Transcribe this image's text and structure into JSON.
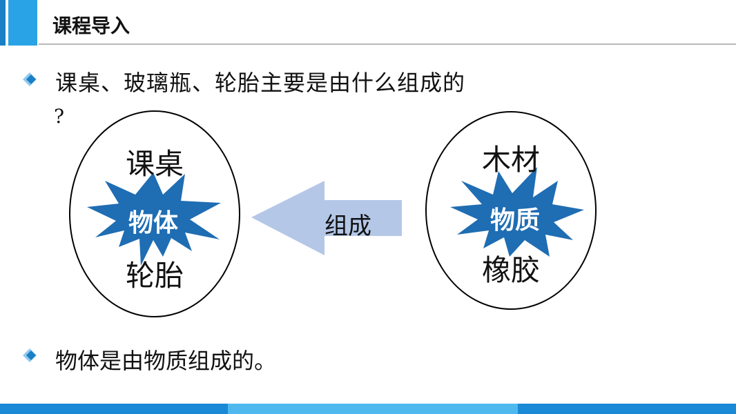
{
  "header": {
    "title": "课程导入"
  },
  "question": {
    "text": "课桌、玻璃瓶、轮胎主要是由什么组成的",
    "mark": "?"
  },
  "left_group": {
    "items": [
      "课桌",
      "轮胎"
    ],
    "burst_label": "物体"
  },
  "right_group": {
    "items": [
      "木材",
      "橡胶"
    ],
    "burst_label": "物质"
  },
  "arrow": {
    "label": "组成"
  },
  "conclusion": {
    "text": "物体是由物质组成的。"
  },
  "colors": {
    "accent_blue": "#1a7fc4",
    "burst_blue": "#1f6db3",
    "arrow_fill": "#b4c7e7"
  }
}
